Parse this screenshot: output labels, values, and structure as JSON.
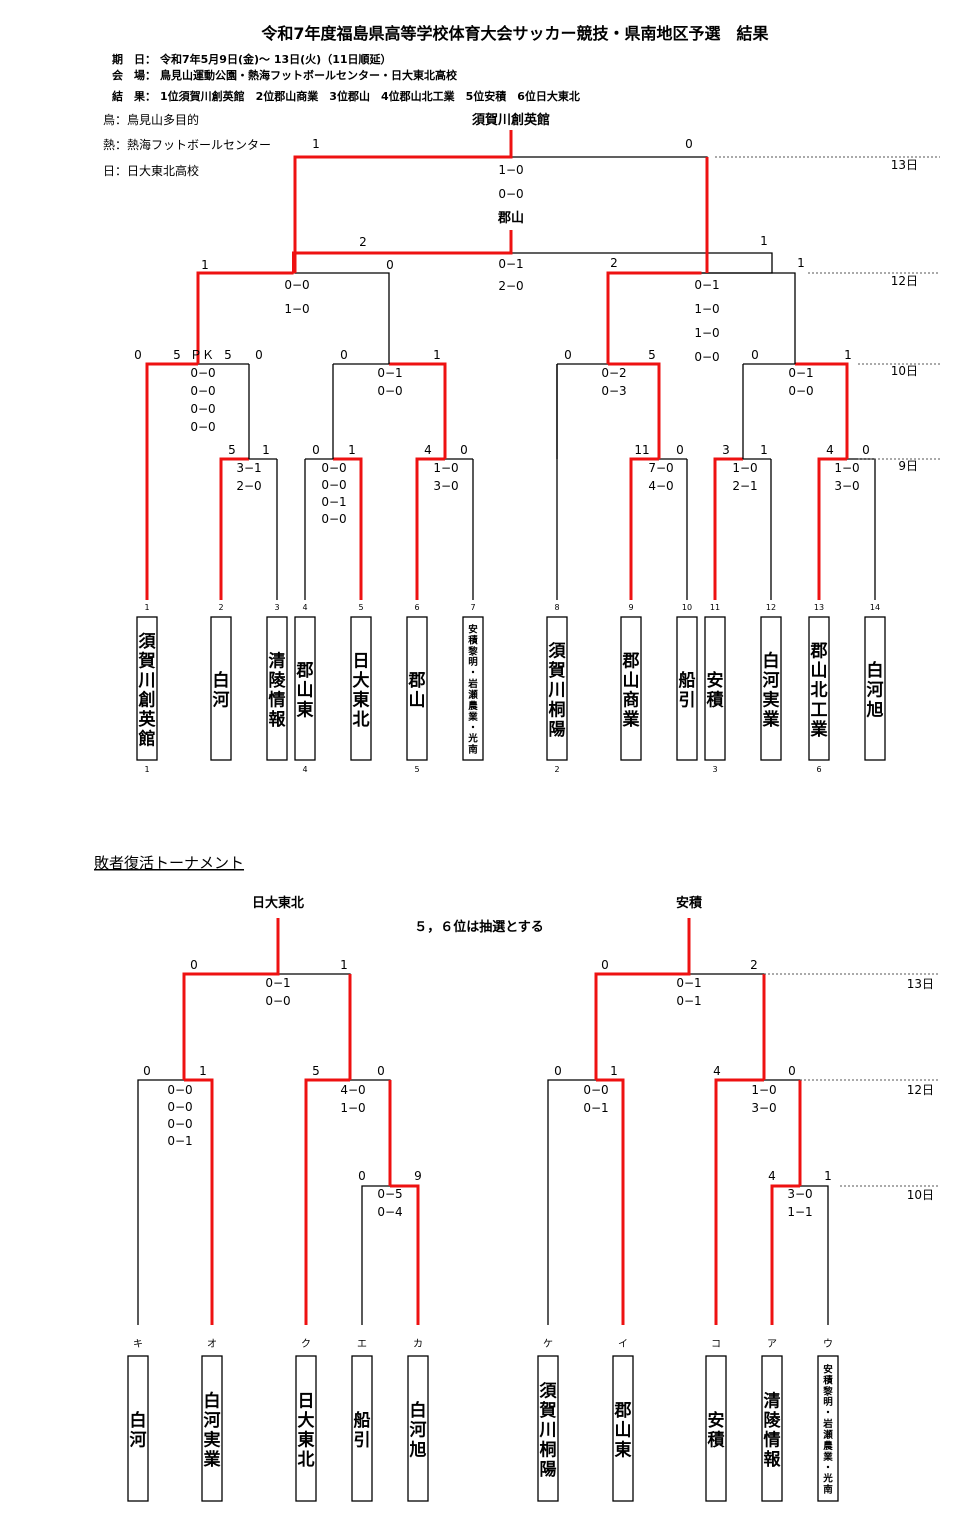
{
  "header": {
    "title": "令和7年度福島県高等学校体育大会サッカー競技・県南地区予選　結果",
    "dates_label": "期　日：",
    "dates": "令和7年5月9日(金)～ 13日(火)（11日順延）",
    "venue_label": "会　場：",
    "venue": "鳥見山運動公園・熱海フットボールセンター・日大東北高校",
    "results_label": "結　果：",
    "results": "1位須賀川創英館　2位郡山商業　3位郡山　4位郡山北工業　5位安積　6位日大東北"
  },
  "legend": [
    "鳥：鳥見山多目的",
    "熱：熱海フットボールセンター",
    "日：日大東北高校"
  ],
  "main": {
    "champion": "須賀川創英館",
    "third": "郡山",
    "pk_label": "ＰＫ",
    "days": [
      "13日",
      "12日",
      "10日",
      "9日"
    ],
    "teams": [
      {
        "no": "1",
        "name": "須賀川創英館",
        "seed": "1"
      },
      {
        "no": "2",
        "name": "白河",
        "seed": ""
      },
      {
        "no": "3",
        "name": "清陵情報",
        "seed": ""
      },
      {
        "no": "4",
        "name": "郡山東",
        "seed": "4"
      },
      {
        "no": "5",
        "name": "日大東北",
        "seed": ""
      },
      {
        "no": "6",
        "name": "郡山",
        "seed": "5"
      },
      {
        "no": "7",
        "name": "安積黎明・岩瀬農業・光南",
        "seed": ""
      },
      {
        "no": "8",
        "name": "須賀川桐陽",
        "seed": "2"
      },
      {
        "no": "9",
        "name": "郡山商業",
        "seed": ""
      },
      {
        "no": "10",
        "name": "船引",
        "seed": ""
      },
      {
        "no": "11",
        "name": "安積",
        "seed": "3"
      },
      {
        "no": "12",
        "name": "白河実業",
        "seed": ""
      },
      {
        "no": "13",
        "name": "郡山北工業",
        "seed": "6"
      },
      {
        "no": "14",
        "name": "白河旭",
        "seed": ""
      }
    ],
    "matches": [
      {
        "id": "r1a",
        "left": "5",
        "right": "1",
        "scores": [
          "3−1",
          "2−0"
        ]
      },
      {
        "id": "r1b",
        "left": "0",
        "right": "1",
        "scores": [
          "0−0",
          "0−0",
          "0−1",
          "0−0"
        ]
      },
      {
        "id": "r1c",
        "left": "4",
        "right": "0",
        "scores": [
          "1−0",
          "3−0"
        ]
      },
      {
        "id": "r1d",
        "left": "11",
        "right": "0",
        "scores": [
          "7−0",
          "4−0"
        ]
      },
      {
        "id": "r1e",
        "left": "3",
        "right": "1",
        "scores": [
          "1−0",
          "2−1"
        ]
      },
      {
        "id": "r1f",
        "left": "4",
        "right": "0",
        "scores": [
          "1−0",
          "3−0"
        ]
      },
      {
        "id": "qf1",
        "left": "0",
        "right": "0",
        "left2": "5",
        "scores": [
          "0−0",
          "0−0",
          "0−0",
          "0−0"
        ]
      },
      {
        "id": "qf2",
        "left": "0",
        "right": "1",
        "scores": [
          "0−1",
          "0−0"
        ]
      },
      {
        "id": "qf3",
        "left": "0",
        "right": "5",
        "scores": [
          "0−2",
          "0−3"
        ]
      },
      {
        "id": "qf4",
        "left": "0",
        "right": "1",
        "scores": [
          "0−1",
          "0−0"
        ]
      },
      {
        "id": "sf1",
        "left": "1",
        "right": "0",
        "scores": [
          "0−0",
          "1−0"
        ]
      },
      {
        "id": "sf2",
        "left": "2",
        "right": "1",
        "scores": [
          "0−1",
          "1−0",
          "1−0",
          "0−0"
        ]
      },
      {
        "id": "final",
        "left": "1",
        "right": "0",
        "scores": [
          "1−0",
          "0−0"
        ]
      },
      {
        "id": "third",
        "left": "2",
        "right": "1",
        "scores": [
          "0−1",
          "2−0"
        ]
      }
    ]
  },
  "repechage": {
    "section_title": "敗者復活トーナメント",
    "note": "５，６位は抽選とする",
    "left_winner": "日大東北",
    "right_winner": "安積",
    "days": [
      "13日",
      "12日",
      "10日"
    ],
    "teams": [
      {
        "label": "キ",
        "name": "白河"
      },
      {
        "label": "オ",
        "name": "白河実業"
      },
      {
        "label": "ク",
        "name": "日大東北"
      },
      {
        "label": "エ",
        "name": "船引"
      },
      {
        "label": "カ",
        "name": "白河旭"
      },
      {
        "label": "ケ",
        "name": "須賀川桐陽"
      },
      {
        "label": "イ",
        "name": "郡山東"
      },
      {
        "label": "コ",
        "name": "安積"
      },
      {
        "label": "ア",
        "name": "清陵情報"
      },
      {
        "label": "ウ",
        "name": "安積黎明・岩瀬農業・光南"
      }
    ],
    "matches": [
      {
        "id": "a",
        "left": "0",
        "right": "9",
        "scores": [
          "0−5",
          "0−4"
        ]
      },
      {
        "id": "b",
        "left": "4",
        "right": "1",
        "scores": [
          "3−0",
          "1−1"
        ]
      },
      {
        "id": "c",
        "left": "0",
        "right": "1",
        "scores": [
          "0−0",
          "0−0",
          "0−0",
          "0−1"
        ]
      },
      {
        "id": "d",
        "left": "5",
        "right": "0",
        "scores": [
          "4−0",
          "1−0"
        ]
      },
      {
        "id": "e",
        "left": "0",
        "right": "1",
        "scores": [
          "0−0",
          "0−1"
        ]
      },
      {
        "id": "f",
        "left": "4",
        "right": "0",
        "scores": [
          "1−0",
          "3−0"
        ]
      },
      {
        "id": "g",
        "left": "0",
        "right": "1",
        "scores": [
          "0−1",
          "0−0"
        ]
      },
      {
        "id": "h",
        "left": "0",
        "right": "2",
        "scores": [
          "0−1",
          "0−1"
        ]
      }
    ]
  },
  "colors": {
    "win": "#ee1111",
    "line": "#000000",
    "dotted": "#555555"
  }
}
